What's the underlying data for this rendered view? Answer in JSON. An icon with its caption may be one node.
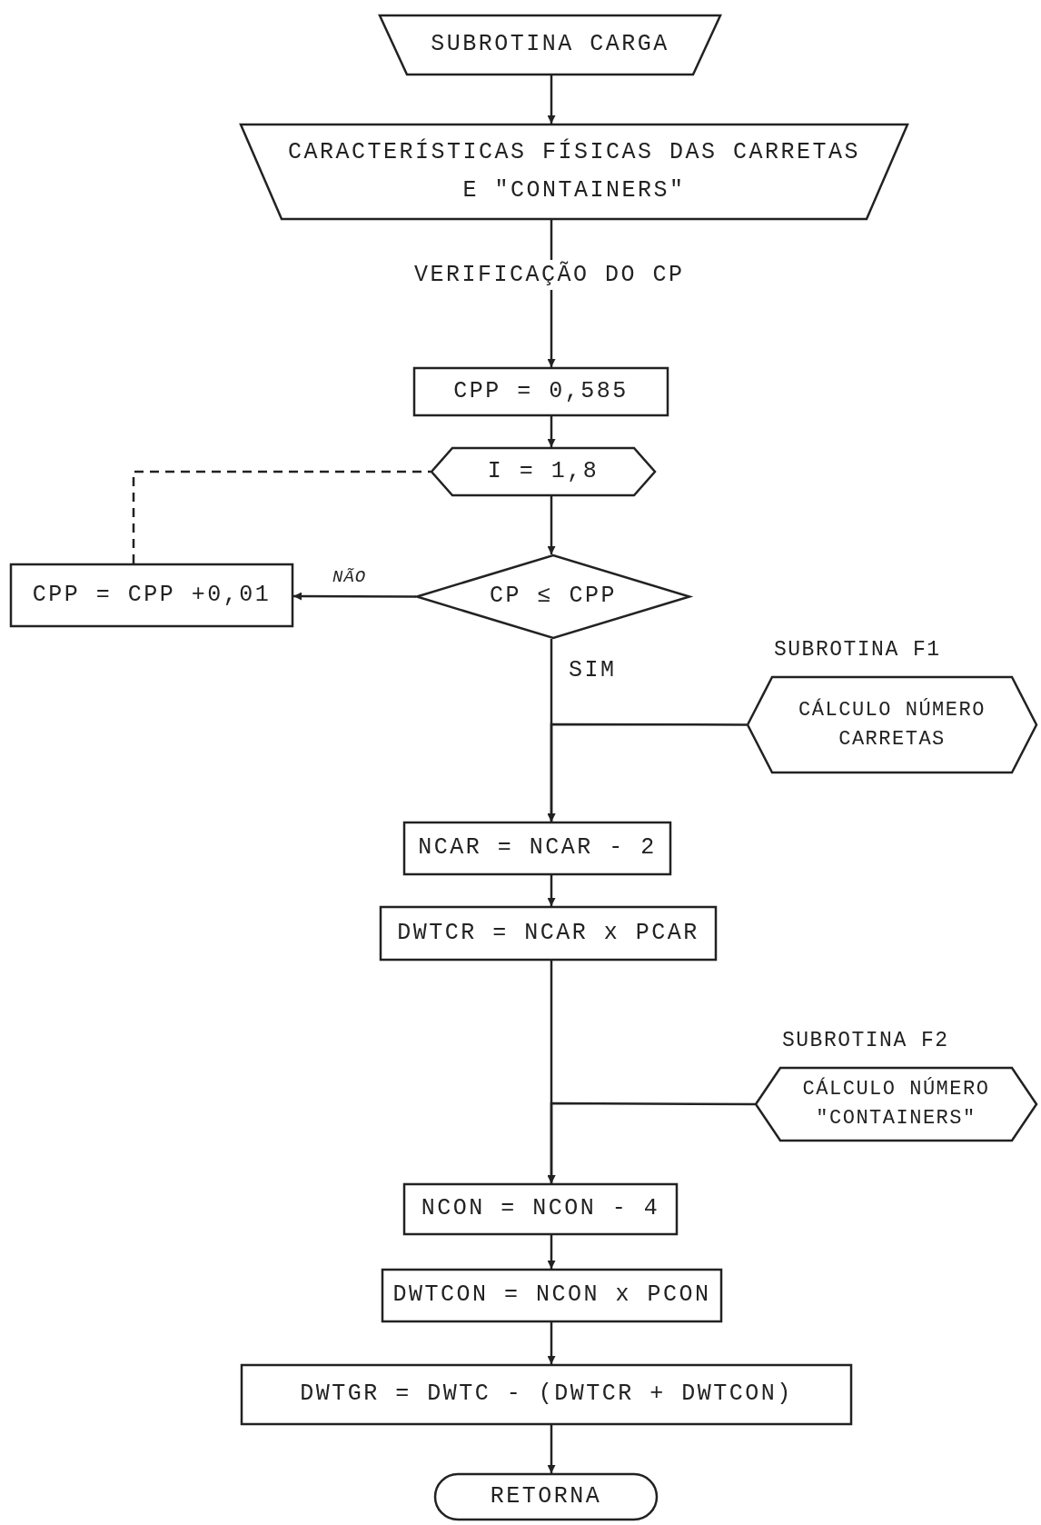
{
  "diagram": {
    "nodes": [
      {
        "text": [
          "SUBROTINA CARGA"
        ]
      },
      {
        "text": [
          "CARACTERÍSTICAS FÍSICAS DAS CARRETAS E \"CONTAINERS\""
        ]
      },
      {
        "text": [
          "CPP = 0,585"
        ]
      },
      {
        "text": [
          "I = 1,8"
        ]
      },
      {
        "text": [
          "CP ≤ CPP"
        ]
      },
      {
        "text": [
          "CPP = CPP +0,01"
        ]
      },
      {
        "text": [
          "CÁLCULO NÚMERO CARRETAS"
        ],
        "beside": [
          "SUBROTINA F1"
        ]
      },
      {
        "text": [
          "NCAR = NCAR - 2"
        ]
      },
      {
        "text": [
          "DWTCR = NCAR x PCAR"
        ]
      },
      {
        "text": [
          "CÁLCULO NÚMERO \"CONTAINERS\""
        ],
        "beside": [
          "SUBROTINA F2"
        ]
      },
      {
        "text": [
          "NCON = NCON - 4"
        ]
      },
      {
        "text": [
          "DWTCON = NCON x PCON"
        ]
      },
      {
        "text": [
          "DWTGR = DWTC - (DWTCR + DWTCON)"
        ]
      },
      {
        "text": [
          "RETORNA"
        ]
      }
    ],
    "edges": [
      {
        "from": 0,
        "to": 1,
        "arrow": "to"
      },
      {
        "from": 1,
        "to": 2,
        "arrow": "to",
        "label": "VERIFICAÇÃO DO CP"
      },
      {
        "from": 2,
        "to": 3,
        "arrow": "to"
      },
      {
        "from": 3,
        "to": 4,
        "arrow": "to"
      },
      {
        "from": 4,
        "to": 5,
        "arrow": "to",
        "label": "NÃO"
      },
      {
        "from": 5,
        "to": 3,
        "arrow": "none",
        "style": "dashed"
      },
      {
        "from": 4,
        "to": 7,
        "arrow": "to",
        "label": "SIM"
      },
      {
        "from": 6,
        "to": 7,
        "arrow": "to"
      },
      {
        "from": 7,
        "to": 8,
        "arrow": "to"
      },
      {
        "from": 8,
        "to": 10,
        "arrow": "to"
      },
      {
        "from": 9,
        "to": 10,
        "arrow": "to"
      },
      {
        "from": 10,
        "to": 11,
        "arrow": "to"
      },
      {
        "from": 11,
        "to": 12,
        "arrow": "to"
      },
      {
        "from": 12,
        "to": 13,
        "arrow": "to"
      }
    ]
  }
}
